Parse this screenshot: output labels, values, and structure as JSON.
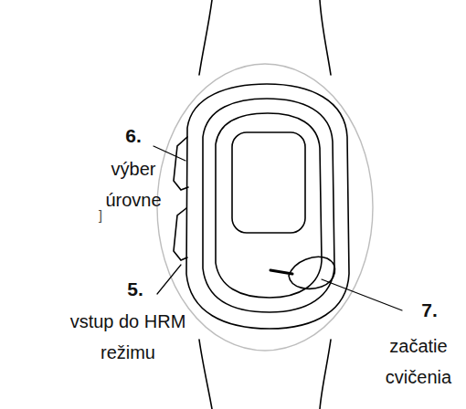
{
  "diagram": {
    "labels": [
      "6.",
      "výber úrovne",
      "5.",
      "vstup do HRM režimu",
      "7.",
      "začatie cvičenia",
      "]"
    ]
  }
}
